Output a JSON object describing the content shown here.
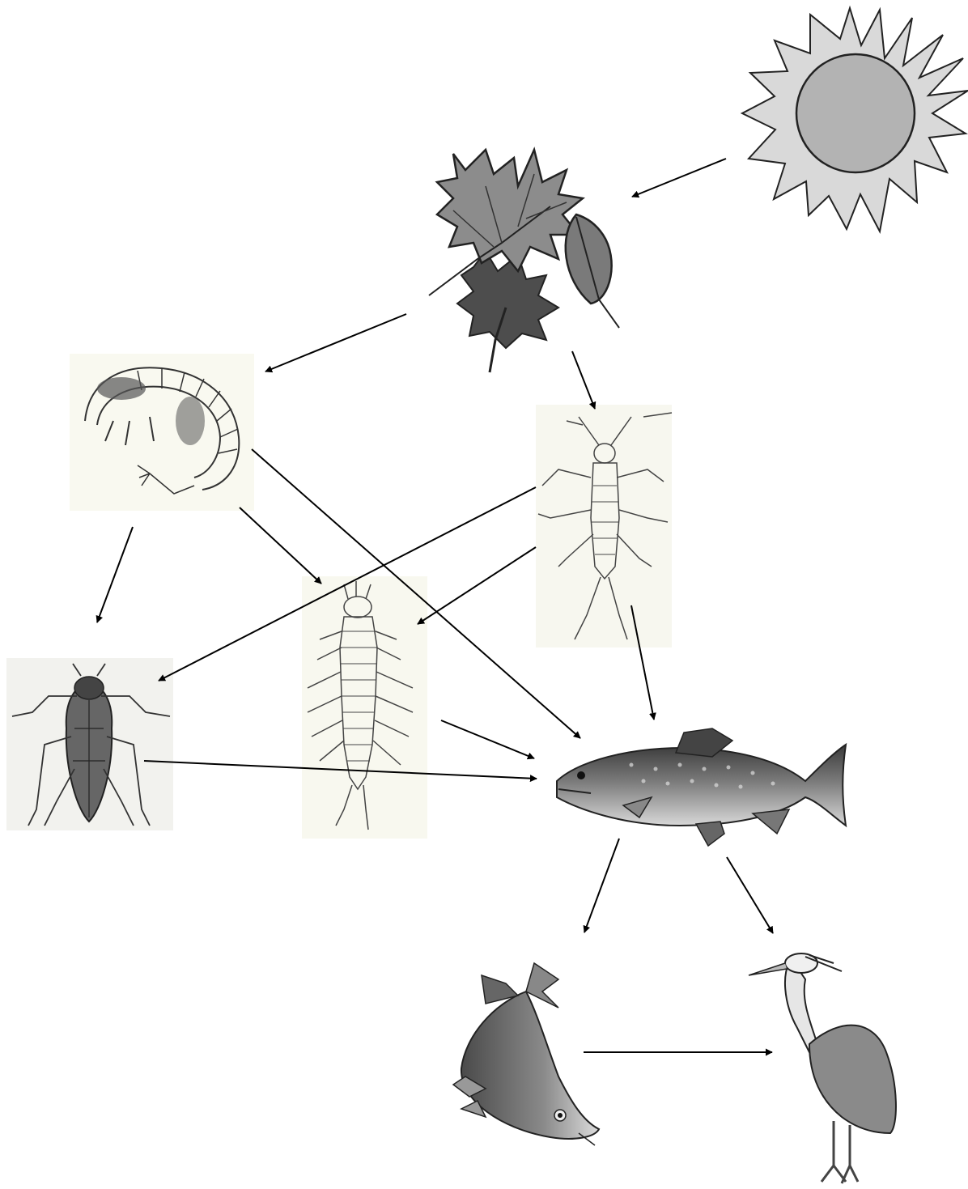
{
  "diagram": {
    "type": "food-web",
    "nodes": [
      {
        "id": "sun",
        "icon": "sun-icon"
      },
      {
        "id": "leaves",
        "icon": "leaves-icon"
      },
      {
        "id": "scud",
        "icon": "amphipod-icon"
      },
      {
        "id": "mayfly-nymph",
        "icon": "mayfly-nymph-icon"
      },
      {
        "id": "water-bug",
        "icon": "water-bug-icon"
      },
      {
        "id": "larva",
        "icon": "larva-icon"
      },
      {
        "id": "trout",
        "icon": "trout-icon"
      },
      {
        "id": "walleye",
        "icon": "walleye-icon"
      },
      {
        "id": "heron",
        "icon": "heron-icon"
      }
    ],
    "edges": [
      {
        "from": "sun",
        "to": "leaves"
      },
      {
        "from": "leaves",
        "to": "scud"
      },
      {
        "from": "leaves",
        "to": "mayfly-nymph"
      },
      {
        "from": "scud",
        "to": "water-bug"
      },
      {
        "from": "scud",
        "to": "larva"
      },
      {
        "from": "scud",
        "to": "trout"
      },
      {
        "from": "mayfly-nymph",
        "to": "water-bug"
      },
      {
        "from": "mayfly-nymph",
        "to": "larva"
      },
      {
        "from": "mayfly-nymph",
        "to": "trout"
      },
      {
        "from": "larva",
        "to": "trout"
      },
      {
        "from": "water-bug",
        "to": "trout"
      },
      {
        "from": "trout",
        "to": "walleye"
      },
      {
        "from": "trout",
        "to": "heron"
      },
      {
        "from": "walleye",
        "to": "heron"
      }
    ]
  }
}
